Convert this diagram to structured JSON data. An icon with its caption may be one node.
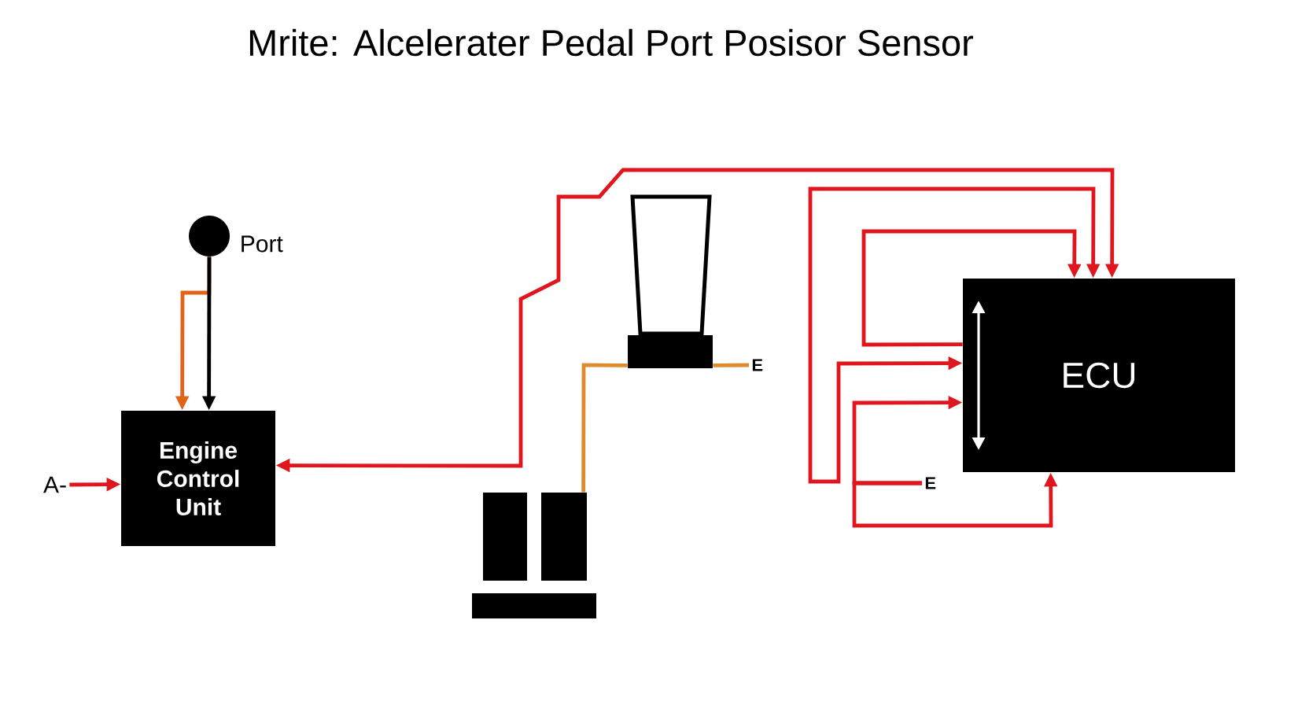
{
  "diagram": {
    "title": "Mrite: Alcelerater Pedal Port Posisor Sensor",
    "nodes": [
      {
        "text": [
          "Engine Control Unit"
        ]
      },
      {
        "text": [],
        "shape": "circle",
        "beside": [
          "Port"
        ]
      },
      {
        "text": [
          "A-"
        ]
      },
      {
        "text": [],
        "shape": "bar"
      },
      {
        "text": [],
        "shape": "picture"
      },
      {
        "text": [
          "E"
        ]
      },
      {
        "text": [
          "ECU"
        ]
      },
      {
        "text": [
          "E"
        ]
      }
    ],
    "edges": [
      {
        "from": 1,
        "to": 0,
        "arrow": "to",
        "color": "#000000"
      },
      {
        "from": 1,
        "to": 0,
        "arrow": "to",
        "color": "#e2631a"
      },
      {
        "from": 2,
        "to": 0,
        "arrow": "to"
      },
      {
        "from": 3,
        "to": 4,
        "arrow": "none",
        "color": "#de8a2e"
      },
      {
        "from": 3,
        "to": 5,
        "arrow": "none",
        "color": "#de8a2e"
      },
      {
        "from": 0,
        "to": 6,
        "arrow": "both"
      },
      {
        "from": 6,
        "to": 6,
        "arrow": "both"
      },
      {
        "from": 6,
        "to": 6,
        "arrow": "to"
      },
      {
        "from": 7,
        "to": 6,
        "arrow": "to"
      },
      {
        "from": 7,
        "to": 6,
        "arrow": "to"
      }
    ]
  }
}
